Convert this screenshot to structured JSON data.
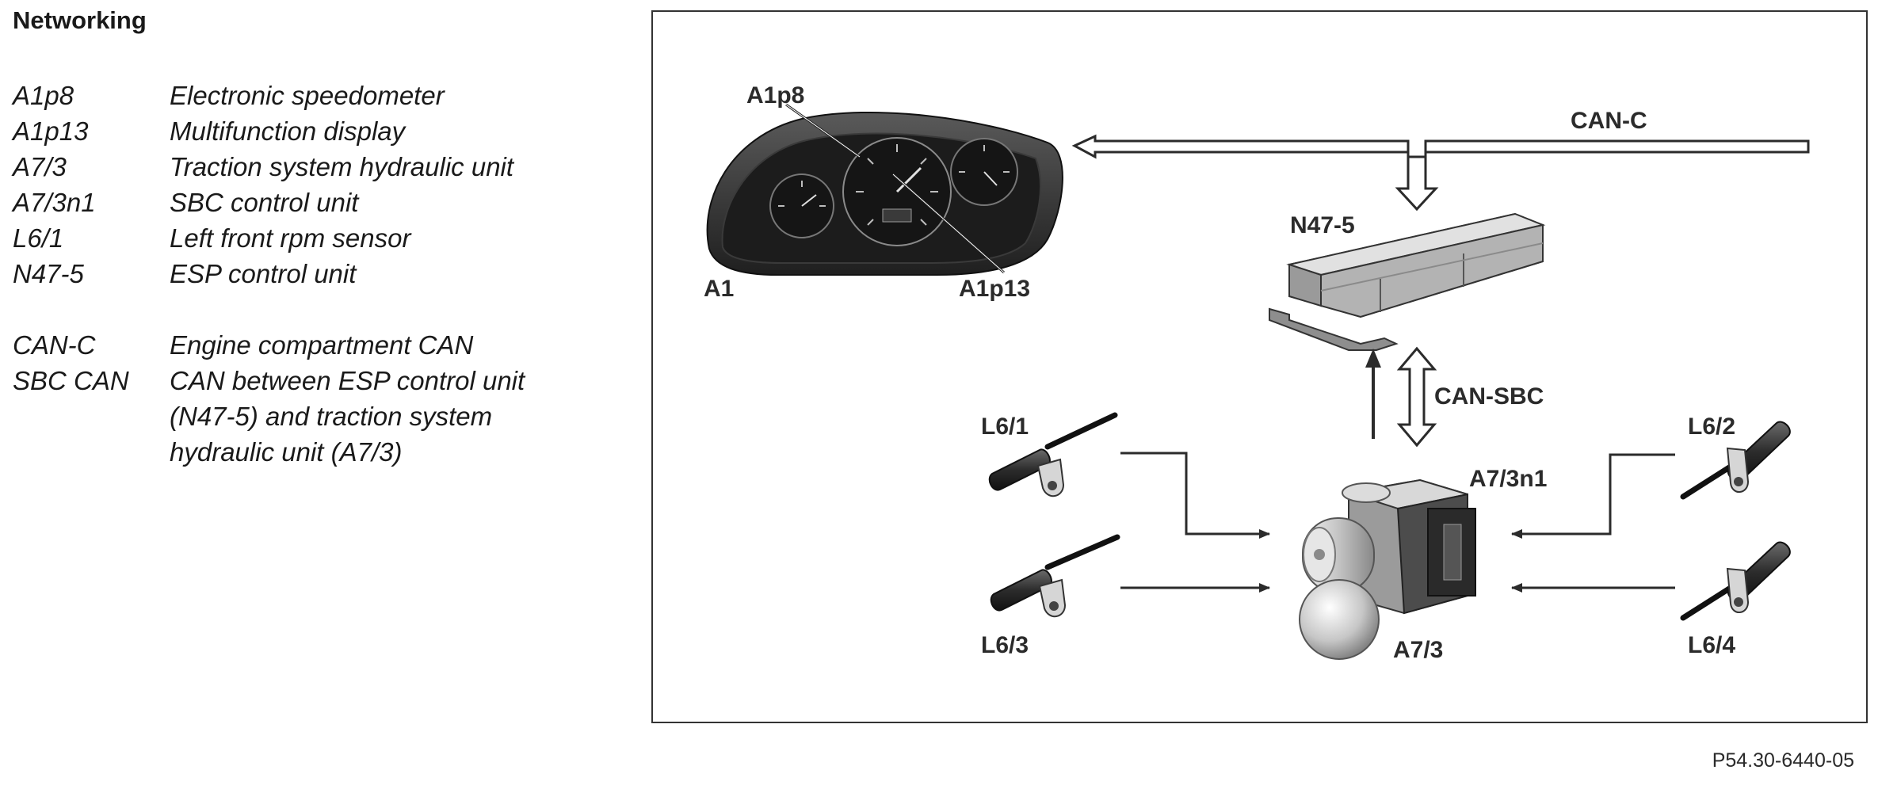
{
  "title": "Networking",
  "legend": [
    {
      "code": "A1p8",
      "desc": "Electronic speedometer"
    },
    {
      "code": "A1p13",
      "desc": "Multifunction display"
    },
    {
      "code": "A7/3",
      "desc": "Traction system hydraulic unit"
    },
    {
      "code": "A7/3n1",
      "desc": "SBC control unit"
    },
    {
      "code": "L6/1",
      "desc": "Left front rpm sensor"
    },
    {
      "code": "N47-5",
      "desc": "ESP control unit"
    }
  ],
  "legend_bus": [
    {
      "code": "CAN-C",
      "desc": "Engine compartment CAN"
    },
    {
      "code": "SBC CAN",
      "desc": "CAN between ESP control unit (N47-5) and traction system hydraulic unit (A7/3)"
    }
  ],
  "diagram": {
    "labels": {
      "a1p8": "A1p8",
      "a1": "A1",
      "a1p13": "A1p13",
      "can_c": "CAN-C",
      "n47_5": "N47-5",
      "can_sbc": "CAN-SBC",
      "l6_1": "L6/1",
      "l6_2": "L6/2",
      "l6_3": "L6/3",
      "l6_4": "L6/4",
      "a7_3n1": "A7/3n1",
      "a7_3": "A7/3"
    }
  },
  "figure_id": "P54.30-6440-05"
}
